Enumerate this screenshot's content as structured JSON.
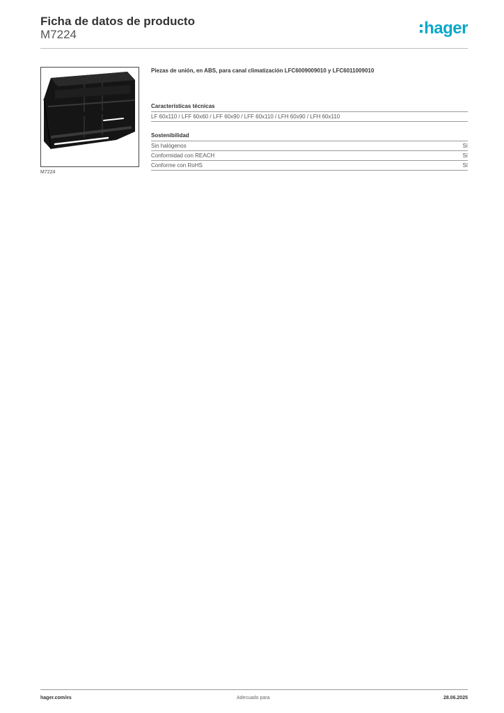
{
  "header": {
    "title": "Ficha de datos de producto",
    "code": "M7224",
    "logo_text": "hager",
    "brand_color": "#0aa8c9"
  },
  "product": {
    "image_caption": "M7224",
    "description": "Piezas de unión, en ABS, para canal climatización LFC6009009010 y LFC6011009010"
  },
  "sections": [
    {
      "title": "Características técnicas",
      "lines": [
        "LF 60x110 / LFF 60x60 / LFF 60x90 / LFF 60x110 / LFH 60x90 / LFH 60x110"
      ]
    },
    {
      "title": "Sostenibilidad",
      "rows": [
        {
          "label": "Sin halógenos",
          "value": "Sí"
        },
        {
          "label": "Conformidad con REACH",
          "value": "Sí"
        },
        {
          "label": "Conforme con RoHS",
          "value": "Sí"
        }
      ]
    }
  ],
  "footer": {
    "left": "hager.com/es",
    "center": "Adecuado para",
    "right": "28.06.2025"
  }
}
